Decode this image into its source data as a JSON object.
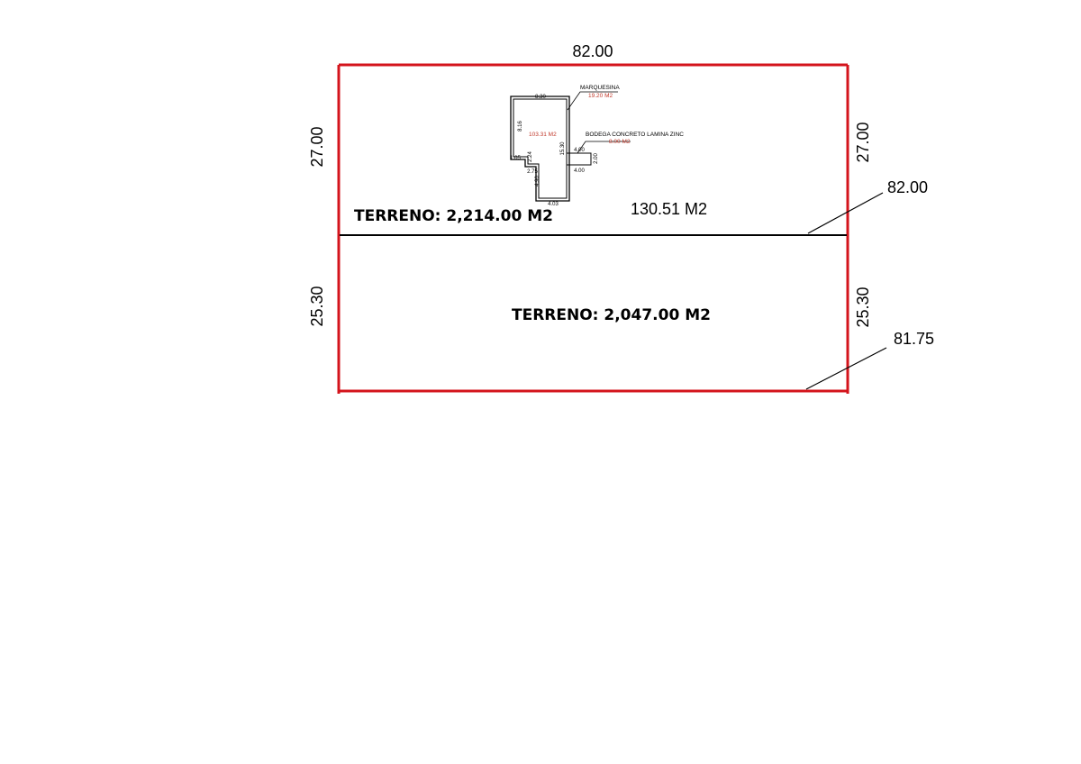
{
  "colors": {
    "boundary": "#d4141c",
    "line": "#000000",
    "area_text": "#c0392b"
  },
  "dimensions": {
    "top_width": "82.00",
    "upper_left_height": "27.00",
    "upper_right_height": "27.00",
    "divider_length": "82.00",
    "lower_left_height": "25.30",
    "lower_right_height": "25.30",
    "bottom_length": "81.75"
  },
  "lots": {
    "upper_label": "TERRENO: 2,214.00 M2",
    "lower_label": "TERRENO: 2,047.00 M2",
    "construction_area": "130.51 M2"
  },
  "building": {
    "main_area": "103.31 M2",
    "marquesina_title": "MARQUESINA",
    "marquesina_area": "19.20 M2",
    "bodega_title": "BODEGA CONCRETO LAMINA ZINC",
    "bodega_area": "8.00 M2",
    "dims": {
      "top": "8.30",
      "left": "8.16",
      "right": "15.30",
      "step_h": "1.05",
      "step_v": "2.24",
      "mid": "2.75",
      "low_v": "4.90",
      "bottom": "4.03",
      "bodega_w_top": "4.00",
      "bodega_h": "2.00",
      "bodega_w_bottom": "4.00"
    }
  }
}
